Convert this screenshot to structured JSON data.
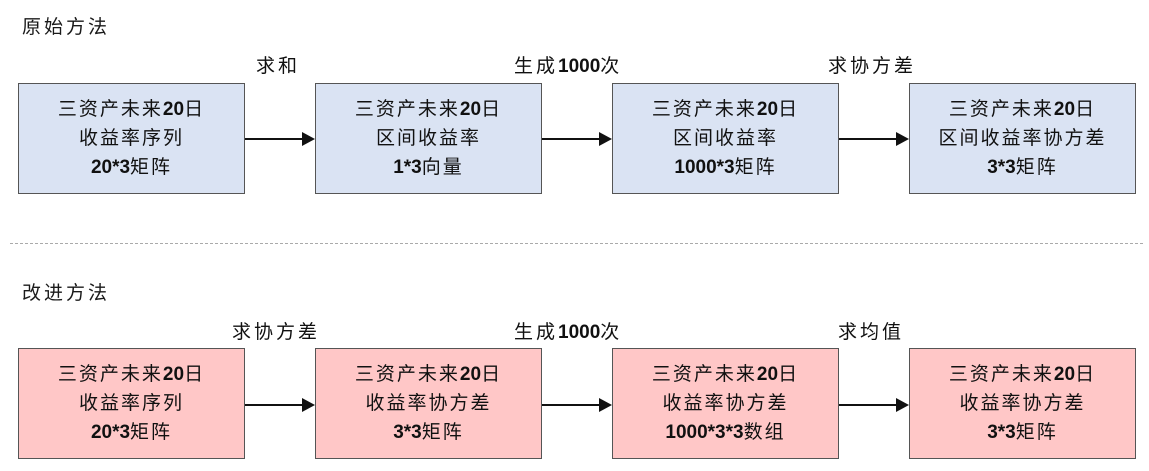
{
  "sections": [
    {
      "title": "原始方法",
      "color": "#dae3f3",
      "boxes": [
        {
          "l1": "三资产未来",
          "l1n": "20",
          "l1e": "日",
          "l2": "收益率序列",
          "l3n": "20*3",
          "l3": "矩阵"
        },
        {
          "l1": "三资产未来",
          "l1n": "20",
          "l1e": "日",
          "l2": "区间收益率",
          "l3n": "1*3",
          "l3": "向量"
        },
        {
          "l1": "三资产未来",
          "l1n": "20",
          "l1e": "日",
          "l2": "区间收益率",
          "l3n": "1000*3",
          "l3": "矩阵"
        },
        {
          "l1": "三资产未来",
          "l1n": "20",
          "l1e": "日",
          "l2": "区间收益率协方差",
          "l3n": "3*3",
          "l3": "矩阵"
        }
      ],
      "operations": [
        {
          "a": "求和",
          "n": "",
          "b": ""
        },
        {
          "a": "生成",
          "n": "1000",
          "b": "次"
        },
        {
          "a": "求协方差",
          "n": "",
          "b": ""
        }
      ]
    },
    {
      "title": "改进方法",
      "color": "#ffc7c7",
      "boxes": [
        {
          "l1": "三资产未来",
          "l1n": "20",
          "l1e": "日",
          "l2": "收益率序列",
          "l3n": "20*3",
          "l3": "矩阵"
        },
        {
          "l1": "三资产未来",
          "l1n": "20",
          "l1e": "日",
          "l2": "收益率协方差",
          "l3n": "3*3",
          "l3": "矩阵"
        },
        {
          "l1": "三资产未来",
          "l1n": "20",
          "l1e": "日",
          "l2": "收益率协方差",
          "l3n": "1000*3*3",
          "l3": "数组"
        },
        {
          "l1": "三资产未来",
          "l1n": "20",
          "l1e": "日",
          "l2": "收益率协方差",
          "l3n": "3*3",
          "l3": "矩阵"
        }
      ],
      "operations": [
        {
          "a": "求协方差",
          "n": "",
          "b": ""
        },
        {
          "a": "生成",
          "n": "1000",
          "b": "次"
        },
        {
          "a": "求均值",
          "n": "",
          "b": ""
        }
      ]
    }
  ]
}
